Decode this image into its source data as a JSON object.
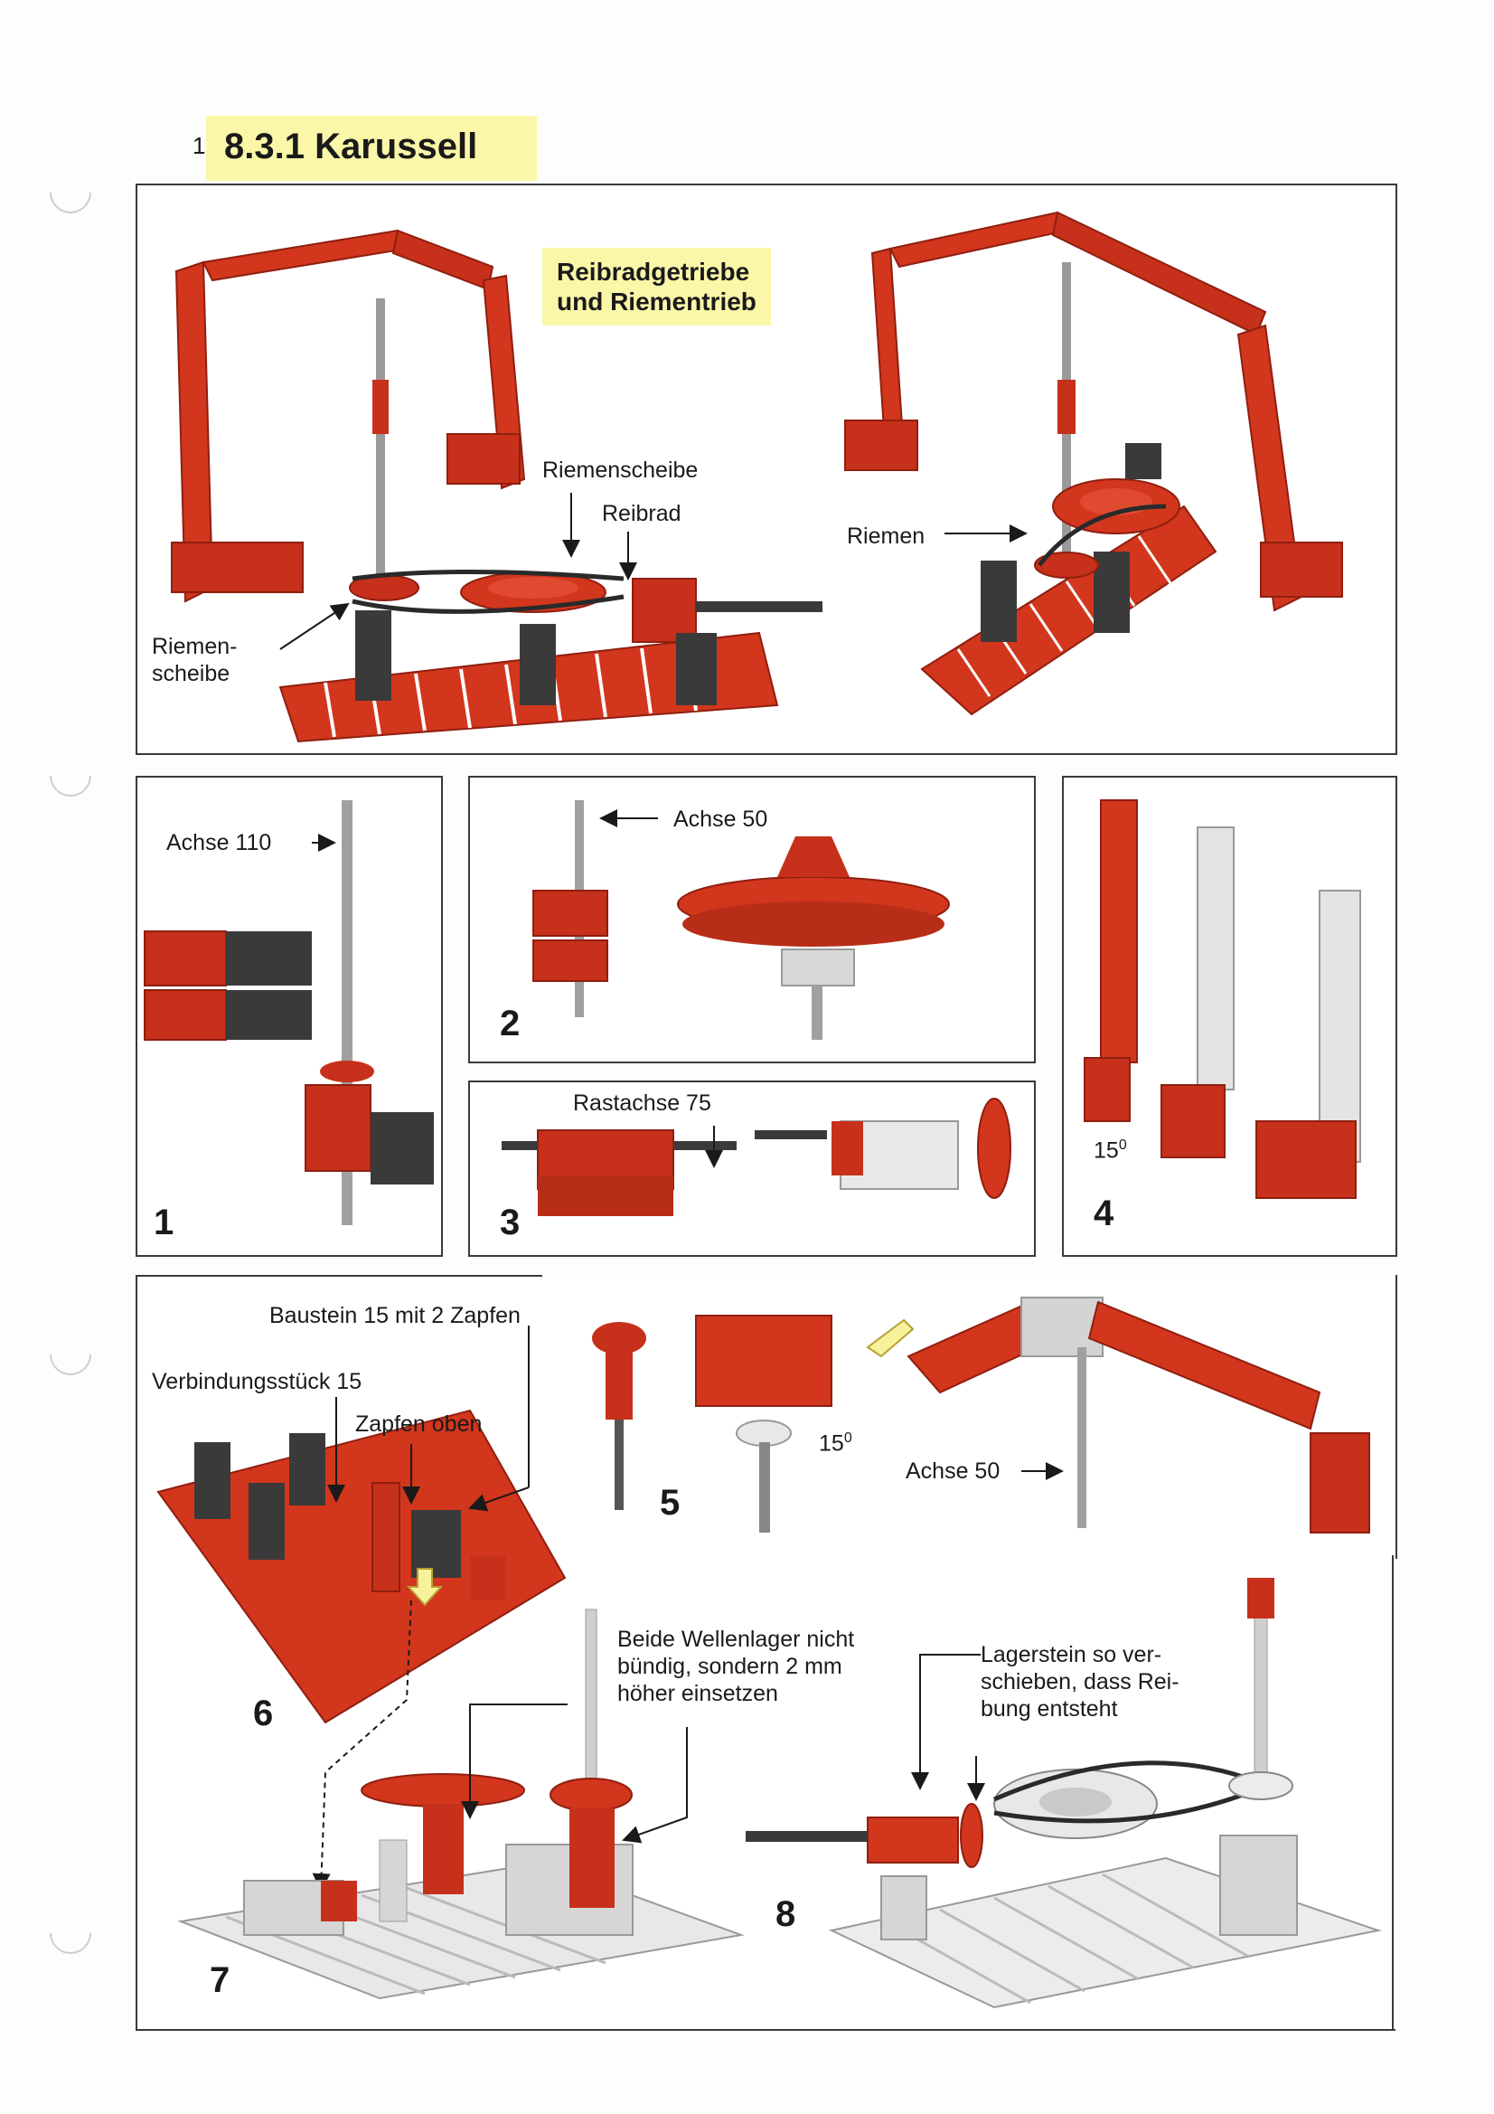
{
  "header": {
    "page_number": "1",
    "title": "8.3.1 Karussell"
  },
  "top_panel": {
    "highlight": "Reibradgetriebe\nund Riementrieb",
    "labels": {
      "riemenscheibe_top": "Riemenscheibe",
      "reibrad": "Reibrad",
      "riemenscheibe_left": "Riemen-\nscheibe",
      "riemen": "Riemen"
    }
  },
  "panel_1": {
    "step": "1",
    "label": "Achse 110"
  },
  "panel_2": {
    "step": "2",
    "label": "Achse 50"
  },
  "panel_3": {
    "step": "3",
    "label": "Rastachse 75"
  },
  "panel_4": {
    "step": "4",
    "angle": "15",
    "angle_unit": "0"
  },
  "panel_5": {
    "step": "5",
    "angle": "15",
    "angle_unit": "0",
    "label": "Achse 50"
  },
  "panel_6": {
    "step": "6",
    "labels": {
      "baustein": "Baustein 15 mit 2 Zapfen",
      "verbindung": "Verbindungsstück 15",
      "zapfen": "Zapfen oben"
    }
  },
  "panel_7": {
    "step": "7",
    "note": "Beide Wellenlager nicht\nbündig, sondern 2 mm\nhöher einsetzen"
  },
  "panel_8": {
    "step": "8",
    "note": "Lagerstein so ver-\nschieben, dass Rei-\nbung entsteht"
  },
  "colors": {
    "red": "#d2361c",
    "dark_red": "#8f1f10",
    "grey": "#4a4a4a",
    "light_grey": "#d9d9d9",
    "highlight": "#fbf7a8"
  }
}
